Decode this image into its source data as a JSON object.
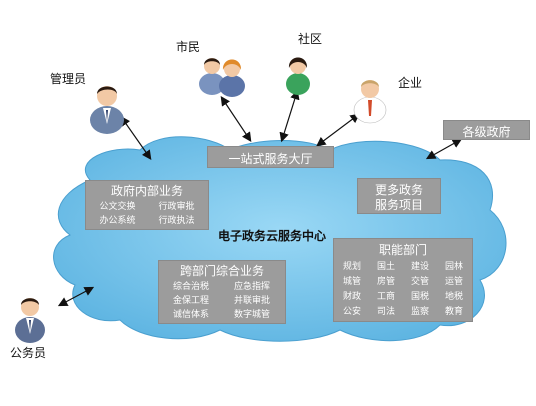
{
  "actors": {
    "manager": "管理员",
    "citizen": "市民",
    "community": "社区",
    "enterprise": "企业",
    "civil_servant": "公务员"
  },
  "cloud_center_title": "电子政务云服务中心",
  "hall_title": "一站式服务大厅",
  "gov_levels_title": "各级政府",
  "internal_business": {
    "title": "政府内部业务",
    "items": [
      "公文交换",
      "行政审批",
      "办公系统",
      "行政执法"
    ]
  },
  "more_services": {
    "line1": "更多政务",
    "line2": "服务项目"
  },
  "functional_depts": {
    "title": "职能部门",
    "rows": [
      [
        "规划",
        "国土",
        "建设",
        "园林"
      ],
      [
        "城管",
        "房管",
        "交管",
        "运管"
      ],
      [
        "财政",
        "工商",
        "国税",
        "地税"
      ],
      [
        "公安",
        "司法",
        "监察",
        "教育"
      ]
    ]
  },
  "cross_dept": {
    "title": "跨部门综合业务",
    "rows": [
      [
        "综合治税",
        "应急指挥"
      ],
      [
        "金保工程",
        "并联审批"
      ],
      [
        "诚信体系",
        "数字城管"
      ]
    ]
  },
  "colors": {
    "cloud_fill": "#7cc8ee",
    "box_fill": "#9c9c9c",
    "box_text": "#ffffff"
  },
  "icons": [
    "manager-person-icon",
    "citizens-couple-icon",
    "community-person-icon",
    "enterprise-person-icon",
    "civil-servant-person-icon"
  ]
}
